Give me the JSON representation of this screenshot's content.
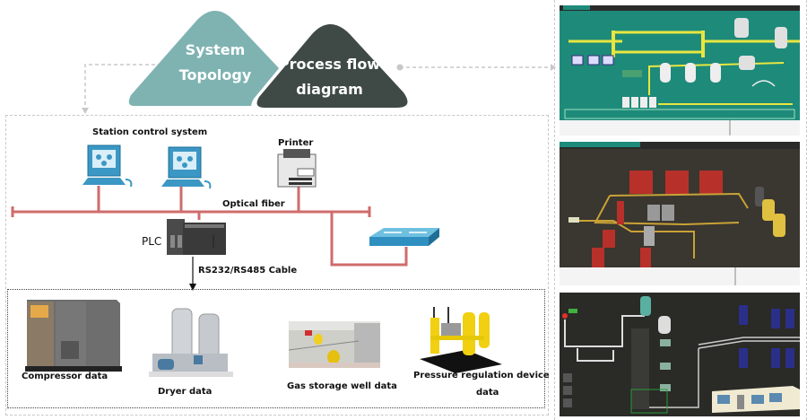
{
  "tabs": {
    "system_topology": {
      "line1": "System",
      "line2": "Topology",
      "color": "#7fb3b2"
    },
    "process_flow": {
      "line1": "Process flow",
      "line2": "diagram",
      "color": "#3f4a47"
    }
  },
  "topology": {
    "station_control_label": "Station control system",
    "printer_label": "Printer",
    "optical_fiber_label": "Optical fiber",
    "plc_label": "PLC",
    "cable_label": "RS232/RS485 Cable",
    "network_line_color": "#d06b6b",
    "devices": [
      {
        "label": "Compressor data"
      },
      {
        "label": "Dryer data"
      },
      {
        "label": "Gas storage well data"
      },
      {
        "label_line1": "Pressure regulation device",
        "label_line2": "data"
      }
    ]
  },
  "screens": {
    "process_flow_screen": {
      "bg": "#1e8a7a",
      "pipe_color": "#e8e640"
    },
    "model_3d_screen": {
      "bg": "#3a3630",
      "pipe_color": "#c9a236"
    },
    "schematic_screen": {
      "bg": "#2a2a26",
      "cabinet_color": "#2a2f8a"
    }
  }
}
